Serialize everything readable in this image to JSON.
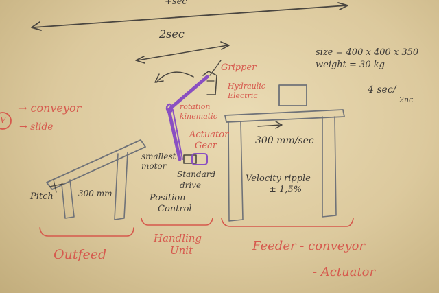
{
  "colors": {
    "board": "#e3d2a8",
    "black_ink": "#4a4640",
    "red_ink": "#d6584c",
    "purple_ink": "#8a4fc2",
    "gray_ink": "#6f7278"
  },
  "labels": {
    "top_time": "+sec",
    "robot_time": "2sec",
    "size": "size = 400 x 400 x 350",
    "weight": "weight = 30 kg",
    "rate": "4 sec/",
    "rate_unit": "2nc",
    "gripper": "Gripper",
    "hydraulic": "Hydraulic",
    "electric": "Electric",
    "rotation": "rotation",
    "kinematic": "kinematic",
    "actuator": "Actuator",
    "gear": "Gear",
    "conveyor_option": "→ conveyor",
    "slide_option": "→ slide",
    "option_v": "V",
    "speed": "300 mm/sec",
    "smallest": "smallest",
    "motor": "motor",
    "standard": "Standard",
    "drive": "drive",
    "position": "Position",
    "control": "Control",
    "velocity": "Velocity ripple",
    "tolerance": "± 1,5%",
    "pitch": "Pitch",
    "outfeed_length": "300 mm",
    "outfeed": "Outfeed",
    "handling": "Handling",
    "unit": "Unit",
    "feeder": "Feeder - conveyor",
    "actuator_option": "- Actuator"
  }
}
